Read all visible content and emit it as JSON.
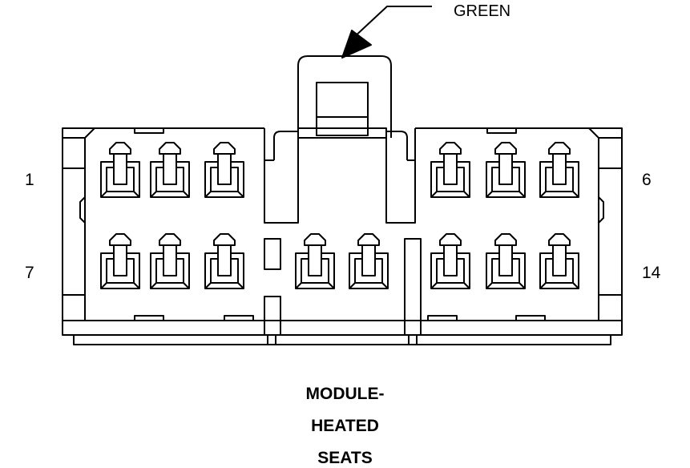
{
  "connector": {
    "color_label": "GREEN",
    "pin_labels": {
      "top_left": "1",
      "top_right": "6",
      "bottom_left": "7",
      "bottom_right": "14"
    },
    "title_lines": [
      "MODULE-",
      "HEATED",
      "SEATS"
    ]
  },
  "colors": {
    "line": "#000000",
    "background": "#ffffff"
  }
}
